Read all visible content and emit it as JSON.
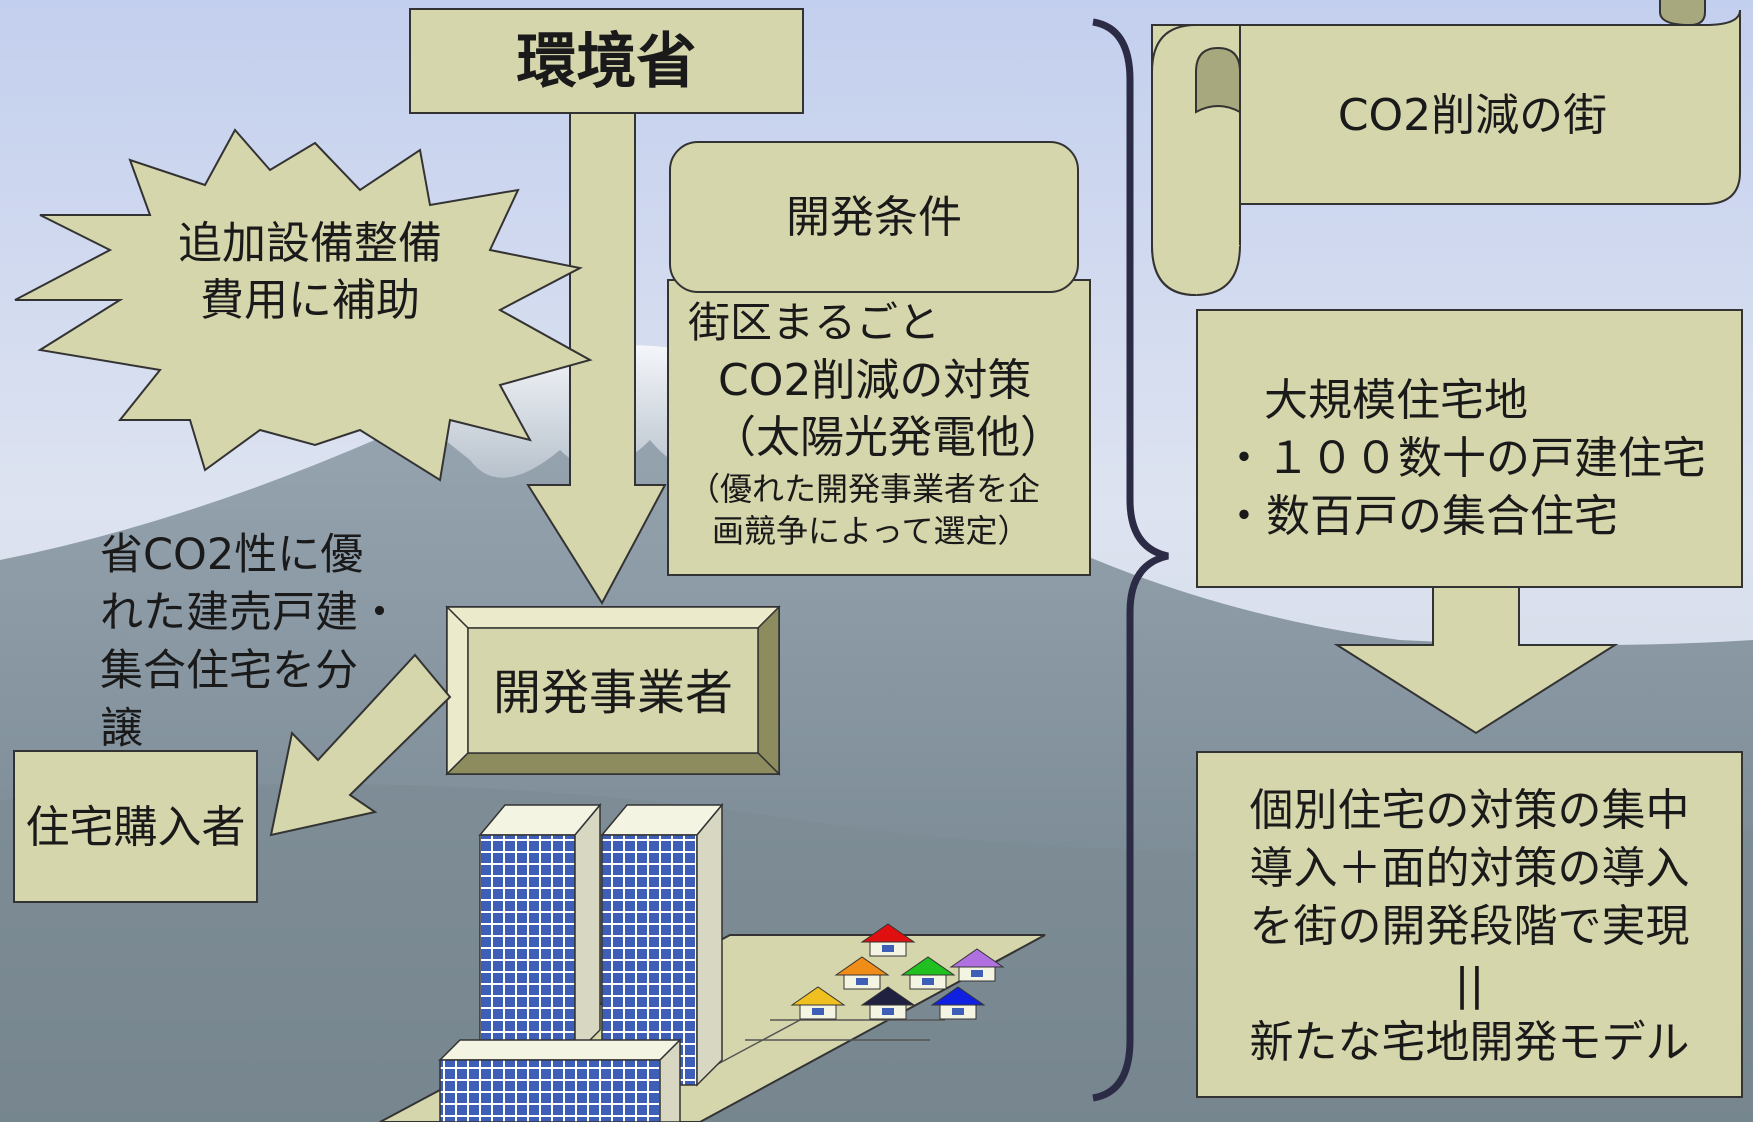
{
  "ministry": {
    "label": "環境省"
  },
  "subsidy": {
    "line1": "追加設備整備",
    "line2": "費用に補助"
  },
  "conditions": {
    "heading": "開発条件",
    "line1": "街区まるごと",
    "line2": "CO2削減の対策",
    "line3": "（太陽光発電他）",
    "line4": "（優れた開発事業者を企",
    "line5": "画競争によって選定）"
  },
  "developer": {
    "label": "開発事業者"
  },
  "sale_note": {
    "line1": "省CO2性に優",
    "line2": "れた建売戸建・",
    "line3": "集合住宅を分",
    "line4": "譲"
  },
  "buyer": {
    "label": "住宅購入者"
  },
  "scroll": {
    "label": "CO2削減の街"
  },
  "large_site": {
    "line1": "大規模住宅地",
    "line2": "・１００数十の戸建住宅",
    "line3": "・数百戸の集合住宅"
  },
  "model": {
    "line1": "個別住宅の対策の集中",
    "line2": "導入＋面的対策の導入",
    "line3": "を街の開発段階で実現",
    "line4": "||",
    "line5": "新たな宅地開発モデル"
  },
  "colors": {
    "box_fill": "#d6d6ac",
    "box_stroke": "#333333",
    "bracket": "#2b2b45",
    "sky_top": "#c8d2ec",
    "mountain": "#8a9aa8"
  }
}
